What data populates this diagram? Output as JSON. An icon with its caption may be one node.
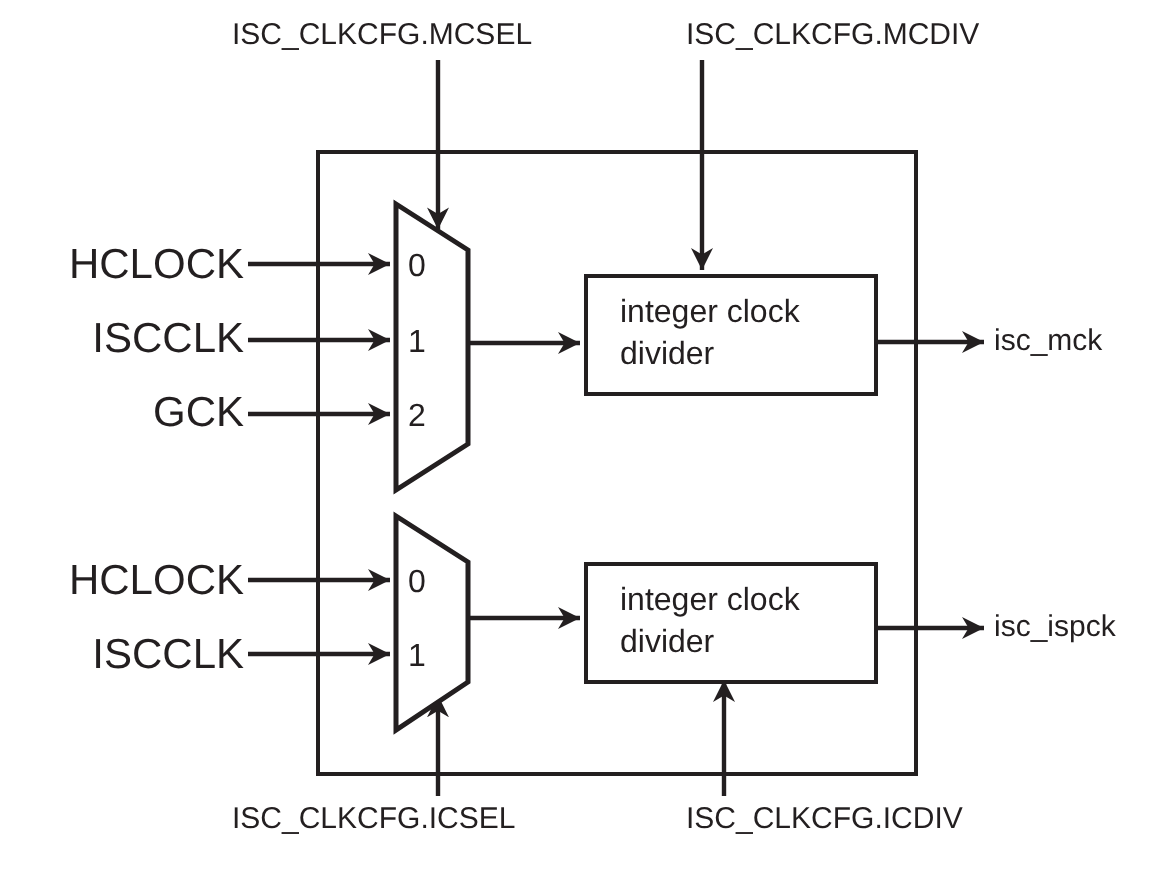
{
  "diagram": {
    "nodes": [
      {
        "text": [],
        "shape": "box"
      },
      {
        "text": [
          "0",
          "1",
          "2"
        ],
        "in": 0
      },
      {
        "text": [
          "integer clock divider"
        ],
        "in": 0
      },
      {
        "text": [
          "0",
          "1"
        ],
        "in": 0
      },
      {
        "text": [
          "integer clock divider"
        ],
        "in": 0
      },
      {
        "text": [
          "HCLOCK"
        ]
      },
      {
        "text": [
          "ISCCLK"
        ]
      },
      {
        "text": [
          "GCK"
        ]
      },
      {
        "text": [
          "HCLOCK"
        ]
      },
      {
        "text": [
          "ISCCLK"
        ]
      },
      {
        "text": [
          "ISC_CLKCFG.MCSEL"
        ]
      },
      {
        "text": [
          "ISC_CLKCFG.MCDIV"
        ]
      },
      {
        "text": [
          "ISC_CLKCFG.ICSEL"
        ]
      },
      {
        "text": [
          "ISC_CLKCFG.ICDIV"
        ]
      },
      {
        "text": [
          "isc_mck"
        ]
      },
      {
        "text": [
          "isc_ispck"
        ]
      }
    ],
    "edges": [
      {
        "from": 5,
        "to": 1,
        "arrow": "to"
      },
      {
        "from": 6,
        "to": 1,
        "arrow": "to"
      },
      {
        "from": 7,
        "to": 1,
        "arrow": "to"
      },
      {
        "from": 10,
        "to": 1,
        "arrow": "to"
      },
      {
        "from": 1,
        "to": 2,
        "arrow": "to"
      },
      {
        "from": 11,
        "to": 2,
        "arrow": "to"
      },
      {
        "from": 2,
        "to": 14,
        "arrow": "to"
      },
      {
        "from": 8,
        "to": 3,
        "arrow": "to"
      },
      {
        "from": 9,
        "to": 3,
        "arrow": "to"
      },
      {
        "from": 12,
        "to": 3,
        "arrow": "to"
      },
      {
        "from": 3,
        "to": 4,
        "arrow": "to"
      },
      {
        "from": 13,
        "to": 4,
        "arrow": "to"
      },
      {
        "from": 4,
        "to": 15,
        "arrow": "to"
      }
    ]
  }
}
